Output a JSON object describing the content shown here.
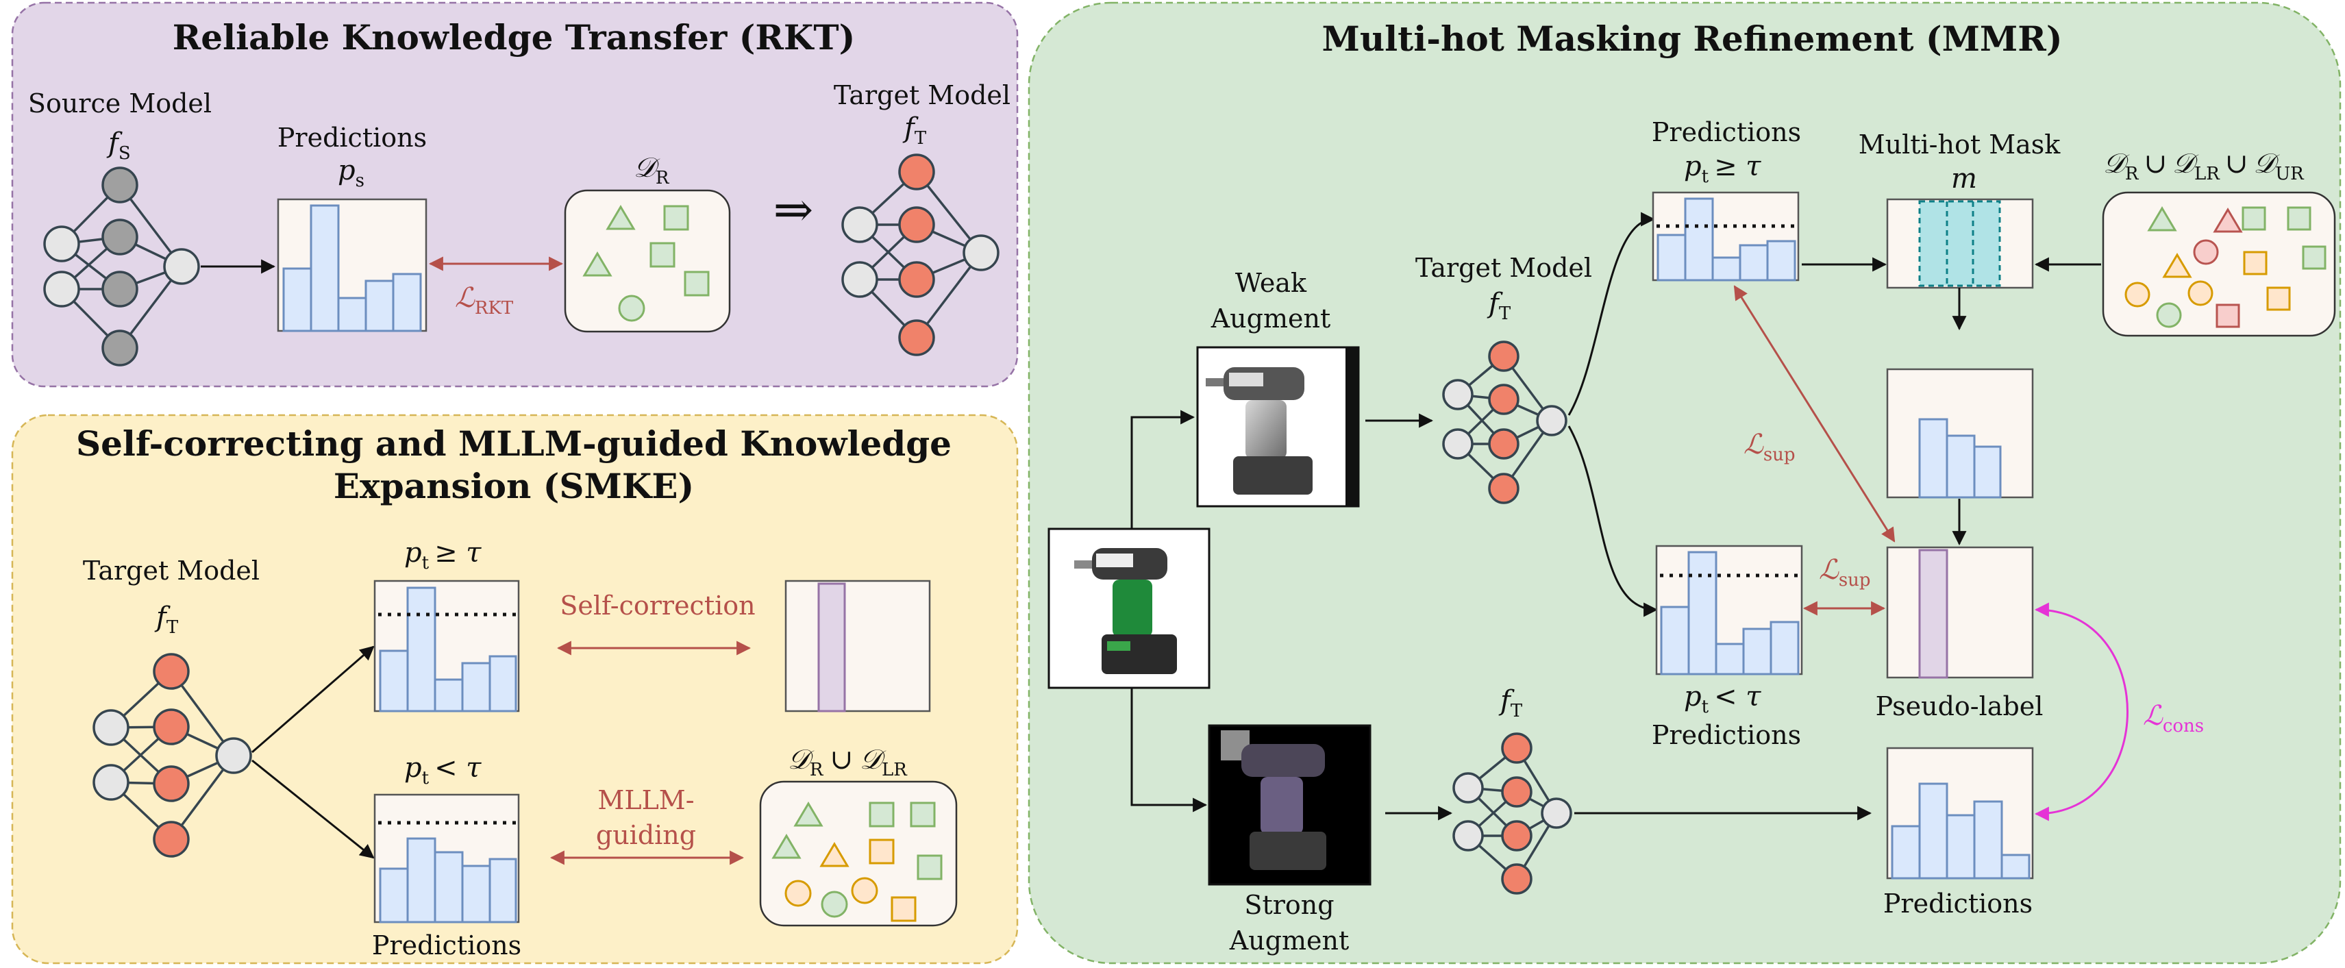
{
  "rkt": {
    "title": "Reliable Knowledge Transfer (RKT)",
    "source_model": "Source Model",
    "predictions": "Predictions",
    "target_model": "Target Model",
    "loss": "ℒ",
    "loss_sub": "RKT",
    "implies": "⇒"
  },
  "smke": {
    "title_line1": "Self-correcting and MLLM-guided Knowledge",
    "title_line2": "Expansion (SMKE)",
    "target_model": "Target Model",
    "self_correction": "Self-correction",
    "mllm_line1": "MLLM-",
    "mllm_line2": "guiding",
    "predictions": "Predictions",
    "ge": "≥ τ",
    "lt": "< τ",
    "union": "∪"
  },
  "mmr": {
    "title": "Multi-hot Masking Refinement (MMR)",
    "weak_line1": "Weak",
    "weak_line2": "Augment",
    "strong_line1": "Strong",
    "strong_line2": "Augment",
    "target_model": "Target Model",
    "predictions": "Predictions",
    "multi_hot_mask": "Multi-hot Mask",
    "mask_symbol": "m",
    "pseudo_label": "Pseudo-label",
    "loss_sup": "sup",
    "loss_cons": "cons",
    "ge": "≥ τ",
    "lt": "< τ",
    "union": "∪"
  },
  "math": {
    "f": "f",
    "p": "p",
    "D": "𝒟",
    "L": "ℒ",
    "sub_S": "S",
    "sub_T": "T",
    "sub_s": "s",
    "sub_t": "t",
    "sub_R": "R",
    "sub_LR": "LR",
    "sub_UR": "UR"
  },
  "colors": {
    "rkt_bg": "#e2d6e8",
    "smke_bg": "#fdf0c8",
    "mmr_bg": "#d5e8d4",
    "bar_fill": "#dae8fc",
    "bar_stroke": "#6c8ebf",
    "node_orange": "#f0826a",
    "node_gray": "#e6e6e6",
    "node_dark": "#a0a0a0",
    "mask_fill": "#b0e3e6",
    "pseudo_fill": "#e1d5e7",
    "loss_red": "#b5504a",
    "loss_magenta": "#e533d6",
    "shape_green": "#d5e8d4",
    "shape_orange": "#ffe6cc",
    "shape_red": "#f8cecc"
  },
  "icons": [
    "neural-network-icon",
    "drill-photo-icon",
    "shape-cluster-icon",
    "arrow-icon"
  ]
}
